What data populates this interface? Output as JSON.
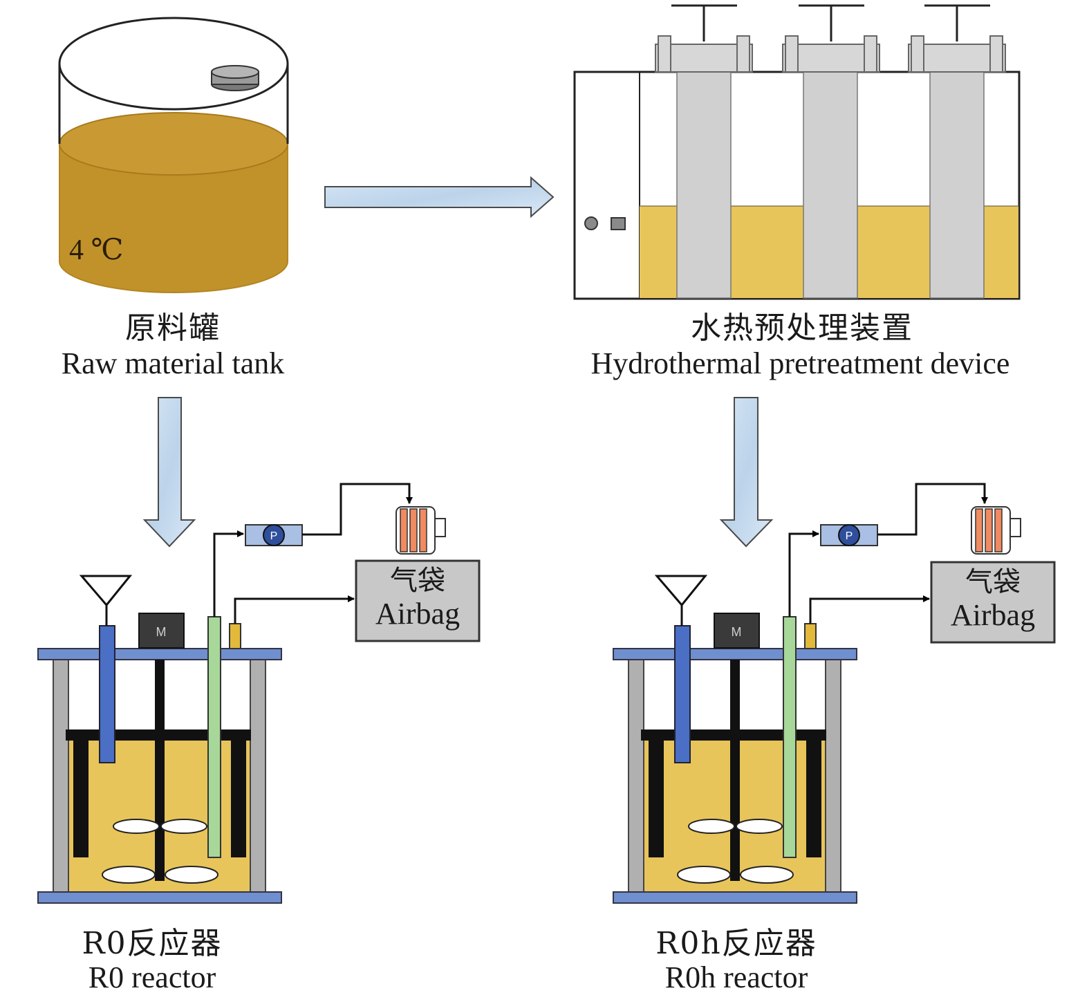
{
  "tank": {
    "temperature": "4 ℃",
    "label_zh": "原料罐",
    "label_en": "Raw material tank"
  },
  "pretreatment": {
    "label_zh": "水热预处理装置",
    "label_en": "Hydrothermal pretreatment device"
  },
  "reactor_r0": {
    "label_zh": "R0反应器",
    "label_en": "R0 reactor",
    "motor_label": "M",
    "pump_label": "P",
    "airbag_zh": "气袋",
    "airbag_en": "Airbag"
  },
  "reactor_r0h": {
    "label_zh": "R0h反应器",
    "label_en": "R0h reactor",
    "motor_label": "M",
    "pump_label": "P",
    "airbag_zh": "气袋",
    "airbag_en": "Airbag"
  },
  "colors": {
    "raw_liquid": "#c2922a",
    "substrate": "#e8c55a",
    "arrow_fill": "#c9dcef",
    "lid_blue": "#6f8fcf",
    "probe_blue": "#4a6fc4",
    "probe_green": "#a8d79a",
    "probe_yellow": "#e3b93c",
    "airbag_grey": "#c8c8c8",
    "motor": "#3a3a3a",
    "coil_orange": "#f08a60"
  }
}
